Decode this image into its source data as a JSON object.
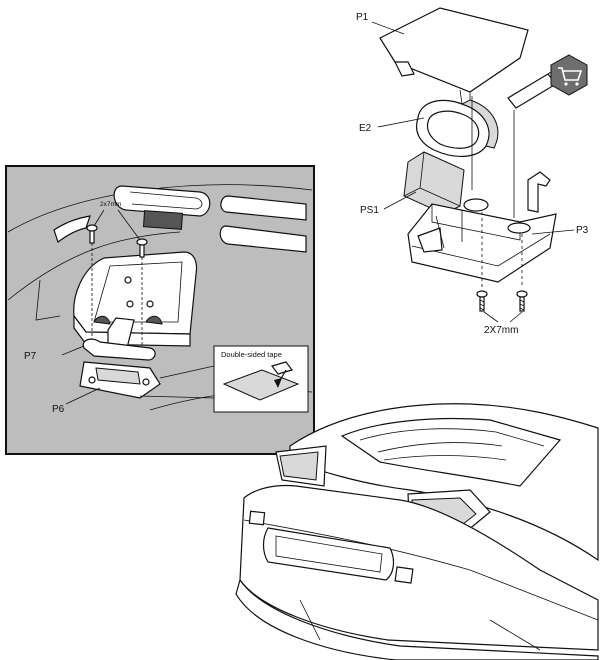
{
  "labels": {
    "p1": "P1",
    "e2": "E2",
    "ps1": "PS1",
    "p3": "P3",
    "screws_main": "2X7mm",
    "screws_inset": "2x7mm",
    "p7": "P7",
    "p6": "P6",
    "tape": "Double-sided tape"
  },
  "icons": {
    "purchase": "shopping-cart-icon"
  },
  "colors": {
    "inset_background": "#bdbdbd",
    "line": "#111111",
    "hex_badge": "#6e6e6e"
  }
}
